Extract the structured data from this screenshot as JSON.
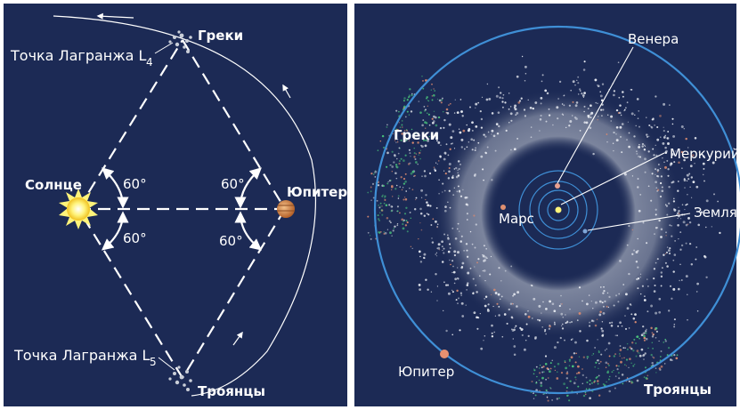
{
  "left_panel": {
    "sun_label": "Солнце",
    "jupiter_label": "Юпитер",
    "greeks_label": "Греки",
    "trojans_label": "Троянцы",
    "l4_label": "Точка Лагранжа L",
    "l4_sub": "4",
    "l5_label": "Точка Лагранжа L",
    "l5_sub": "5",
    "angle_labels": [
      "60°",
      "60°",
      "60°",
      "60°"
    ]
  },
  "right_panel": {
    "venus_label": "Венера",
    "mercury_label": "Меркурий",
    "earth_label": "Земля",
    "mars_label": "Марс",
    "jupiter_label": "Юпитер",
    "greeks_label": "Греки",
    "trojans_label": "Троянцы"
  },
  "colors": {
    "background": "#1c2a55",
    "orbit": "#3f8fd6",
    "sun": "#fff37a",
    "jupiter": "#d07a3a",
    "asteroid": "#dfe4ee",
    "trojan_green": "#48c07a"
  }
}
